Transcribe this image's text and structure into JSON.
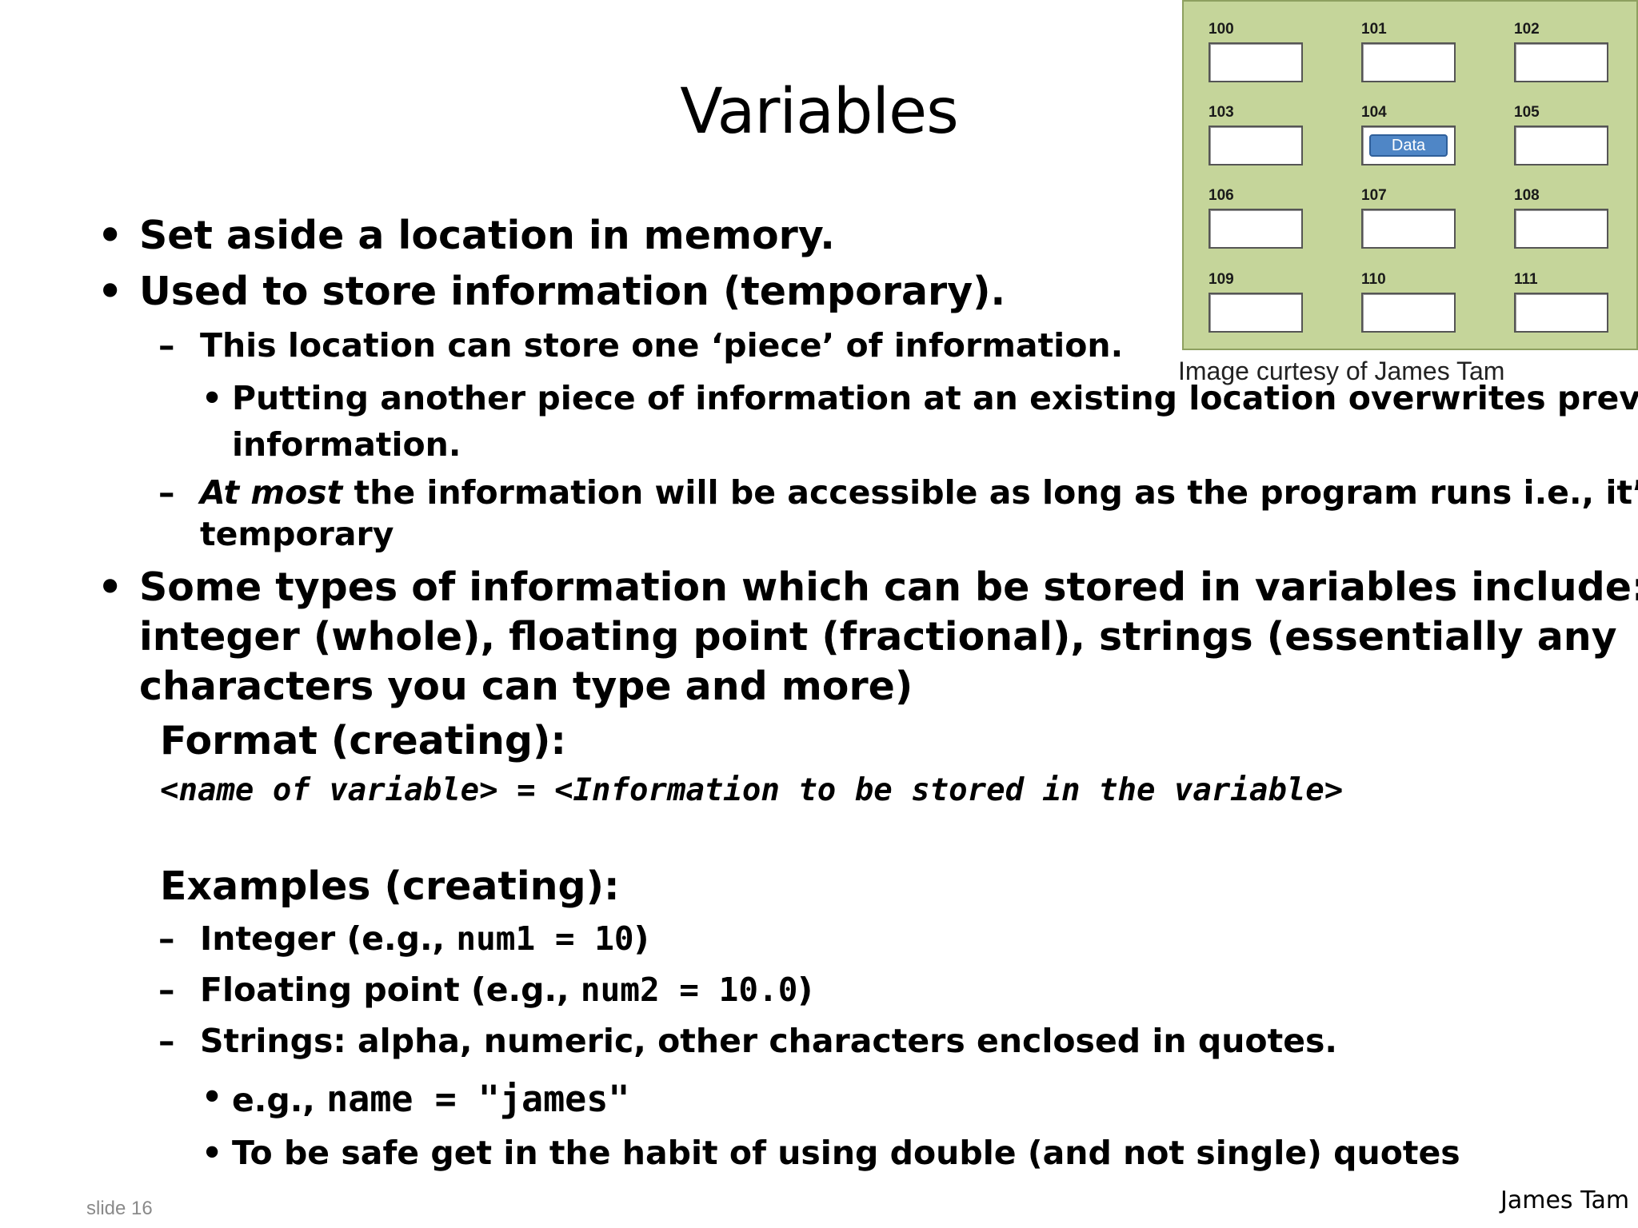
{
  "slide": {
    "title": "Variables",
    "bullets": {
      "b1": "Set aside a location in memory.",
      "b2": "Used to store information (temporary).",
      "b2_sub1": "This location can store one ‘piece’ of information.",
      "b2_sub1_sub1_line1": "Putting another piece of information at an existing location overwrites previous",
      "b2_sub1_sub1_line2": "information.",
      "b2_sub2_em": "At most",
      "b2_sub2_rest_line1": " the information will be accessible as long as the program runs i.e., it’s",
      "b2_sub2_line2": "temporary",
      "b3_line1": "Some types of information which can be stored in variables include:",
      "b3_line2": "integer (whole), floating point (fractional), strings (essentially any",
      "b3_line3": "characters you can type and more)"
    },
    "format_heading": "Format (creating):",
    "format_code": "<name of variable> = <Information to be stored in the variable>",
    "examples_heading": "Examples (creating):",
    "examples": {
      "int_text": "Integer (e.g., ",
      "int_code": "num1 = 10",
      "int_close": ")",
      "float_text": "Floating point (e.g., ",
      "float_code": "num2 = 10.0",
      "float_close": ")",
      "strings_text": "Strings: alpha, numeric, other characters enclosed in quotes.",
      "eg_text": "e.g., ",
      "eg_code": "name = \"james\"",
      "safe_text": "To be safe get in the habit of using double (and not single) quotes"
    },
    "bullet_glyph": "•",
    "dash_glyph": "–"
  },
  "memory_diagram": {
    "cells": [
      "100",
      "101",
      "102",
      "103",
      "104",
      "105",
      "106",
      "107",
      "108",
      "109",
      "110",
      "111"
    ],
    "data_label": "Data",
    "data_cell": "104",
    "background_color": "#c5d59a",
    "data_color": "#4f86c6"
  },
  "caption": "Image curtesy of James Tam",
  "footer": {
    "slide_number": "slide 16",
    "author": "James Tam"
  }
}
